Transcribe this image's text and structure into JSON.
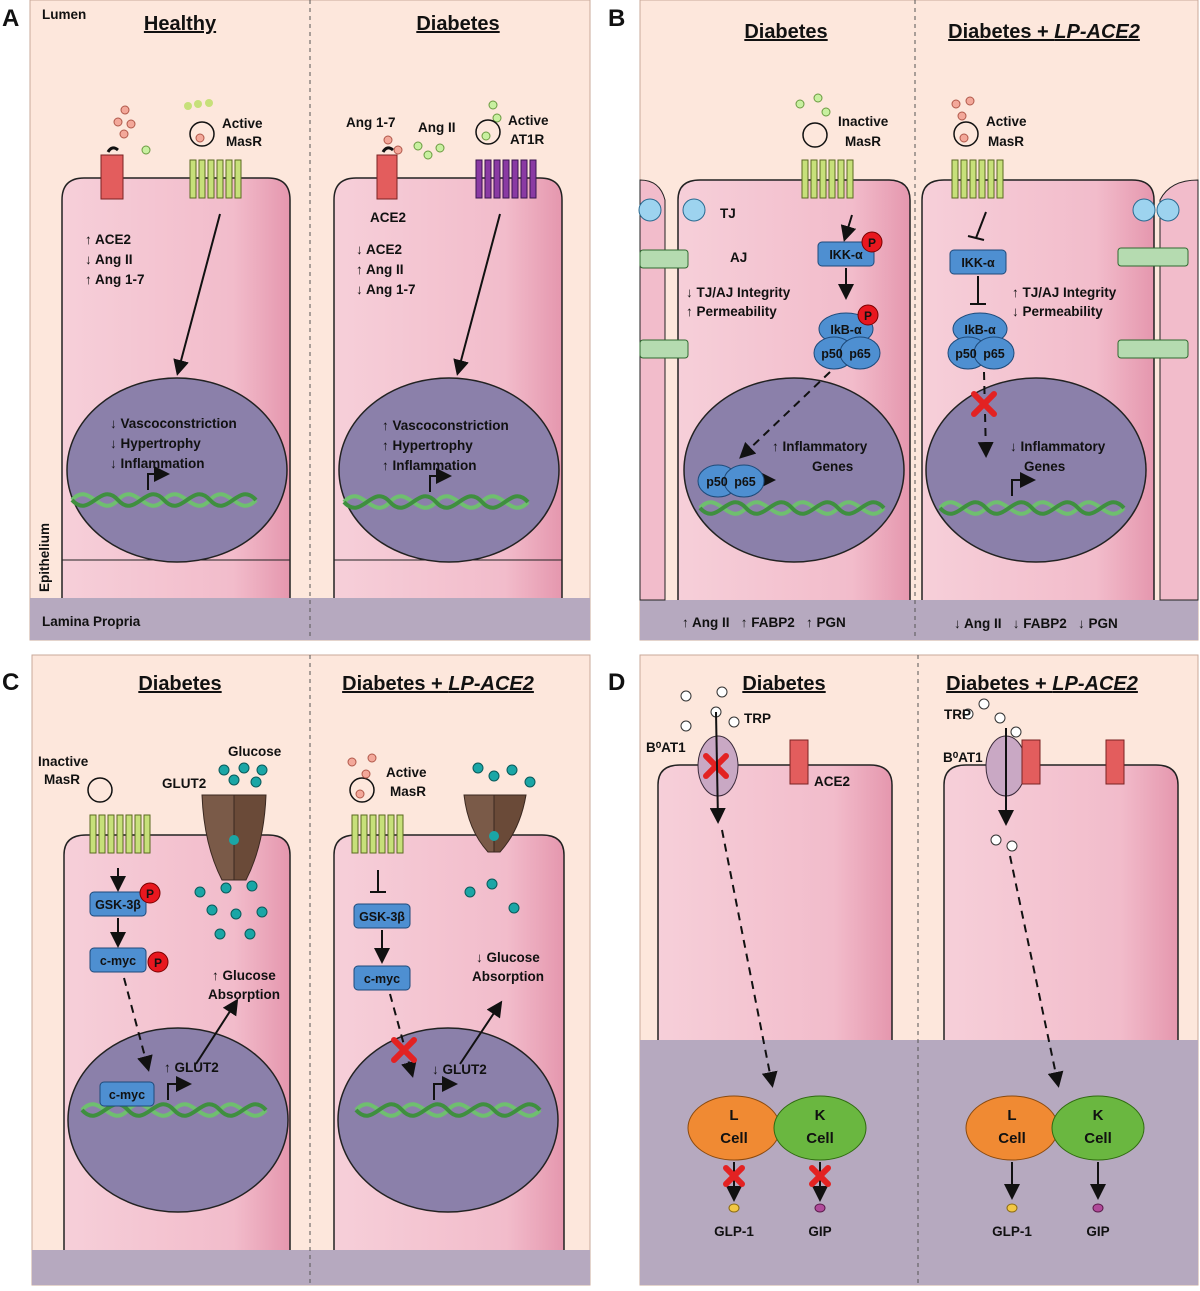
{
  "panels": {
    "A": {
      "letter": "A",
      "left_title": "Healthy",
      "right_title": "Diabetes",
      "lumen": "Lumen",
      "epithelium": "Epithelium",
      "lamina_propria": "Lamina Propria",
      "left": {
        "receptor_label": [
          "Active",
          "MasR"
        ],
        "changes": [
          "↑ ACE2",
          "↓ Ang II",
          "↑ Ang 1-7"
        ],
        "nucleus": [
          "↓ Vascoconstriction",
          "↓ Hypertrophy",
          "↓ Inflammation"
        ]
      },
      "right": {
        "ang17": "Ang 1-7",
        "ang2": "Ang II",
        "ace2": "ACE2",
        "receptor_label": [
          "Active",
          "AT1R"
        ],
        "changes": [
          "↓ ACE2",
          "↑ Ang II",
          "↓ Ang 1-7"
        ],
        "nucleus": [
          "↑ Vascoconstriction",
          "↑ Hypertrophy",
          "↑ Inflammation"
        ]
      }
    },
    "B": {
      "letter": "B",
      "left_title": "Diabetes",
      "right_title_main": "Diabetes + ",
      "right_title_italic": "LP-ACE2",
      "left": {
        "receptor_label": [
          "Inactive",
          "MasR"
        ],
        "tj": "TJ",
        "aj": "AJ",
        "changes": [
          "↓ TJ/AJ Integrity",
          "↑ Permeability"
        ],
        "ikka": "IKK-α",
        "ikba": "IkB-α",
        "p50": "p50",
        "p65": "p65",
        "nuc_p50": "p50",
        "nuc_p65": "p65",
        "genes": [
          "↑ Inflammatory",
          "Genes"
        ],
        "p_badge": "P",
        "bottom": "↑ Ang II   ↑ FABP2   ↑ PGN"
      },
      "right": {
        "receptor_label": [
          "Active",
          "MasR"
        ],
        "changes": [
          "↑ TJ/AJ Integrity",
          "↓ Permeability"
        ],
        "ikka": "IKK-α",
        "ikba": "IkB-α",
        "p50": "p50",
        "p65": "p65",
        "genes": [
          "↓ Inflammatory",
          "Genes"
        ],
        "bottom": "↓ Ang II   ↓ FABP2   ↓ PGN"
      }
    },
    "C": {
      "letter": "C",
      "left_title": "Diabetes",
      "right_title_main": "Diabetes + ",
      "right_title_italic": "LP-ACE2",
      "left": {
        "receptor_label": [
          "Inactive",
          "MasR"
        ],
        "glucose": "Glucose",
        "glut2": "GLUT2",
        "gsk": "GSK-3β",
        "cmyc": "c-myc",
        "nuc_cmyc": "c-myc",
        "nuc_glut2": "↑ GLUT2",
        "absorption": [
          "↑ Glucose",
          "Absorption"
        ],
        "p_badge": "P"
      },
      "right": {
        "receptor_label": [
          "Active",
          "MasR"
        ],
        "gsk": "GSK-3β",
        "cmyc": "c-myc",
        "nuc_glut2": "↓ GLUT2",
        "absorption": [
          "↓ Glucose",
          "Absorption"
        ]
      }
    },
    "D": {
      "letter": "D",
      "left_title": "Diabetes",
      "right_title_main": "Diabetes + ",
      "right_title_italic": "LP-ACE2",
      "left": {
        "trp": "TRP",
        "b0at1": "B⁰AT1",
        "ace2": "ACE2",
        "l_cell": [
          "L",
          "Cell"
        ],
        "k_cell": [
          "K",
          "Cell"
        ],
        "glp1": "GLP-1",
        "gip": "GIP"
      },
      "right": {
        "trp": "TRP",
        "b0at1": "B⁰AT1",
        "l_cell": [
          "L",
          "Cell"
        ],
        "k_cell": [
          "K",
          "Cell"
        ],
        "glp1": "GLP-1",
        "gip": "GIP"
      }
    }
  },
  "colors": {
    "lumen_bg": "#fde7dc",
    "cell_body": "#f3c0cc",
    "cell_edge": "#e88ea8",
    "nucleus": "#8b80aa",
    "lamina": "#b3a6bd",
    "basal": "#cfe9f5",
    "box_blue": "#4e8fd1",
    "p_badge": "#e8171f",
    "l_cell": "#f08a33",
    "k_cell": "#6ab740",
    "ace2": "#e35d5d",
    "at1r": "#8a3aa3",
    "masr": "#c7e07a",
    "glucose": "#1aa6a6",
    "x_mark": "#e32222"
  }
}
